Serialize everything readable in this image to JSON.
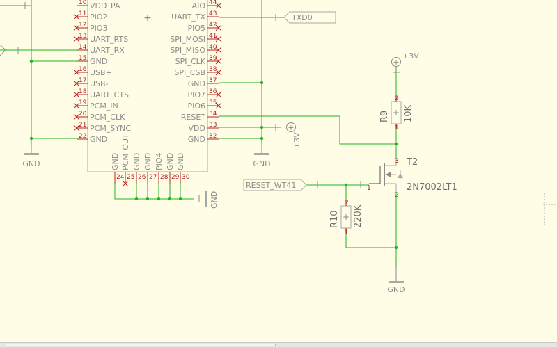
{
  "module": {
    "left_pins": [
      {
        "num": "10",
        "name": "VDD_PA",
        "nc": false
      },
      {
        "num": "11",
        "name": "PIO2",
        "nc": true
      },
      {
        "num": "12",
        "name": "PIO3",
        "nc": true
      },
      {
        "num": "13",
        "name": "UART_RTS",
        "nc": true
      },
      {
        "num": "14",
        "name": "UART_RX",
        "nc": false
      },
      {
        "num": "15",
        "name": "GND",
        "nc": false
      },
      {
        "num": "16",
        "name": "USB+",
        "nc": true
      },
      {
        "num": "17",
        "name": "USB-",
        "nc": true
      },
      {
        "num": "18",
        "name": "UART_CTS",
        "nc": true
      },
      {
        "num": "19",
        "name": "PCM_IN",
        "nc": true
      },
      {
        "num": "20",
        "name": "PCM_CLK",
        "nc": true
      },
      {
        "num": "21",
        "name": "PCM_SYNC",
        "nc": true
      },
      {
        "num": "22",
        "name": "GND",
        "nc": false
      }
    ],
    "right_pins": [
      {
        "num": "44",
        "name": "AIO",
        "nc": true
      },
      {
        "num": "43",
        "name": "UART_TX",
        "nc": false
      },
      {
        "num": "42",
        "name": "PIO5",
        "nc": true
      },
      {
        "num": "41",
        "name": "SPI_MOSI",
        "nc": true
      },
      {
        "num": "40",
        "name": "SPI_MISO",
        "nc": true
      },
      {
        "num": "39",
        "name": "SPI_CLK",
        "nc": true
      },
      {
        "num": "38",
        "name": "SPI_CSB",
        "nc": true
      },
      {
        "num": "37",
        "name": "GND",
        "nc": false
      },
      {
        "num": "36",
        "name": "PIO7",
        "nc": true
      },
      {
        "num": "35",
        "name": "PIO6",
        "nc": true
      },
      {
        "num": "34",
        "name": "RESET",
        "nc": false
      },
      {
        "num": "33",
        "name": "VDD",
        "nc": false
      },
      {
        "num": "32",
        "name": "GND",
        "nc": false
      }
    ],
    "bottom_pins": [
      {
        "num": "24",
        "name": "GND"
      },
      {
        "num": "25",
        "name": "PCM_OUT"
      },
      {
        "num": "26",
        "name": "GND"
      },
      {
        "num": "27",
        "name": "GND"
      },
      {
        "num": "28",
        "name": "PIO4"
      },
      {
        "num": "29",
        "name": "GND"
      },
      {
        "num": "30",
        "name": "GND"
      }
    ]
  },
  "labels": {
    "txd_label": "TXD0",
    "reset_label": "RESET_WT41",
    "gnd": "GND",
    "supply": "+3V"
  },
  "components": {
    "r9": {
      "ref": "R9",
      "value": "10K",
      "pin_top": "2",
      "pin_bottom": "1"
    },
    "r10": {
      "ref": "R10",
      "value": "220K",
      "pin_top": "2",
      "pin_bottom": "1"
    },
    "t2": {
      "ref": "T2",
      "value": "2N7002LT1",
      "pin_drain": "3",
      "pin_gate": "1",
      "pin_source": "2"
    }
  },
  "colors": {
    "background": "#fffde6",
    "wire": "#1fb51f",
    "pin": "#b22222",
    "outline": "#a8a8a8",
    "symbol_text": "#8c8c8c",
    "value_text": "#6e6e6e"
  }
}
